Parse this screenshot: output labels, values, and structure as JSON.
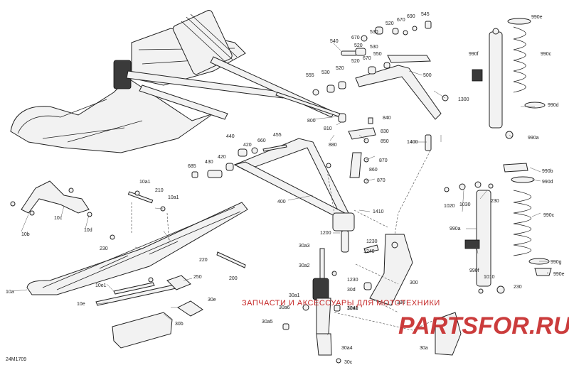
{
  "diagram_code": "24M1709",
  "watermark": {
    "tagline": "ЗАПЧАСТИ И АКСЕССУАРЫ ДЛЯ МОТОТЕХНИКИ",
    "brand": "PARTSFOR.RU"
  },
  "callouts": {
    "c545": "545",
    "c690": "690",
    "c670a": "670",
    "c520a": "520",
    "c530a": "530",
    "c670b": "670",
    "c540": "540",
    "c520b": "520",
    "c530b": "530",
    "c670c": "670",
    "c550": "550",
    "c555": "555",
    "c530c": "530",
    "c520c": "520",
    "c500": "500",
    "c1300": "1300",
    "c840": "840",
    "c830": "830",
    "c850": "850",
    "c800": "800",
    "c810": "810",
    "c880": "880",
    "c870a": "870",
    "c860": "860",
    "c870b": "870",
    "c1400": "1400",
    "c440": "440",
    "c420a": "420",
    "c660": "660",
    "c455": "455",
    "c685": "685",
    "c430": "430",
    "c420b": "420",
    "c400": "400",
    "c1410": "1410",
    "c1200": "1200",
    "c1230a": "1230",
    "c1240a": "1240",
    "c300": "300",
    "c30a3": "30a3",
    "c30a2": "30a2",
    "c1230b": "1230",
    "c30d": "30d",
    "c30a1a": "30a1",
    "c30a6": "30a6",
    "c1240b": "1240",
    "c30a5": "30a5",
    "c30a1b": "30a1",
    "c330": "330",
    "c30a4": "30a4",
    "c30c": "30c",
    "c30a": "30a",
    "c30b": "30b",
    "c30e": "30e",
    "c250": "250",
    "c10e1": "10e1",
    "c10e": "10e",
    "c10a": "10a",
    "c220": "220",
    "c200": "200",
    "c230": "230",
    "c10a1a": "10a1",
    "c210": "210",
    "c10a1b": "10a1",
    "c10b": "10b",
    "c10c": "10c",
    "c10d": "10d",
    "c990e": "990e",
    "c990c": "990c",
    "c990f": "990f",
    "c990d": "990d",
    "c990a": "990a",
    "c990b": "990b",
    "c990d2": "990d",
    "c1020": "1020",
    "c1030": "1030",
    "c230b": "230",
    "c990a2": "990a",
    "c990c2": "990c",
    "c990g": "990g",
    "c990f2": "990f",
    "c990e2": "990e",
    "c1010": "1010",
    "c230c": "230"
  }
}
